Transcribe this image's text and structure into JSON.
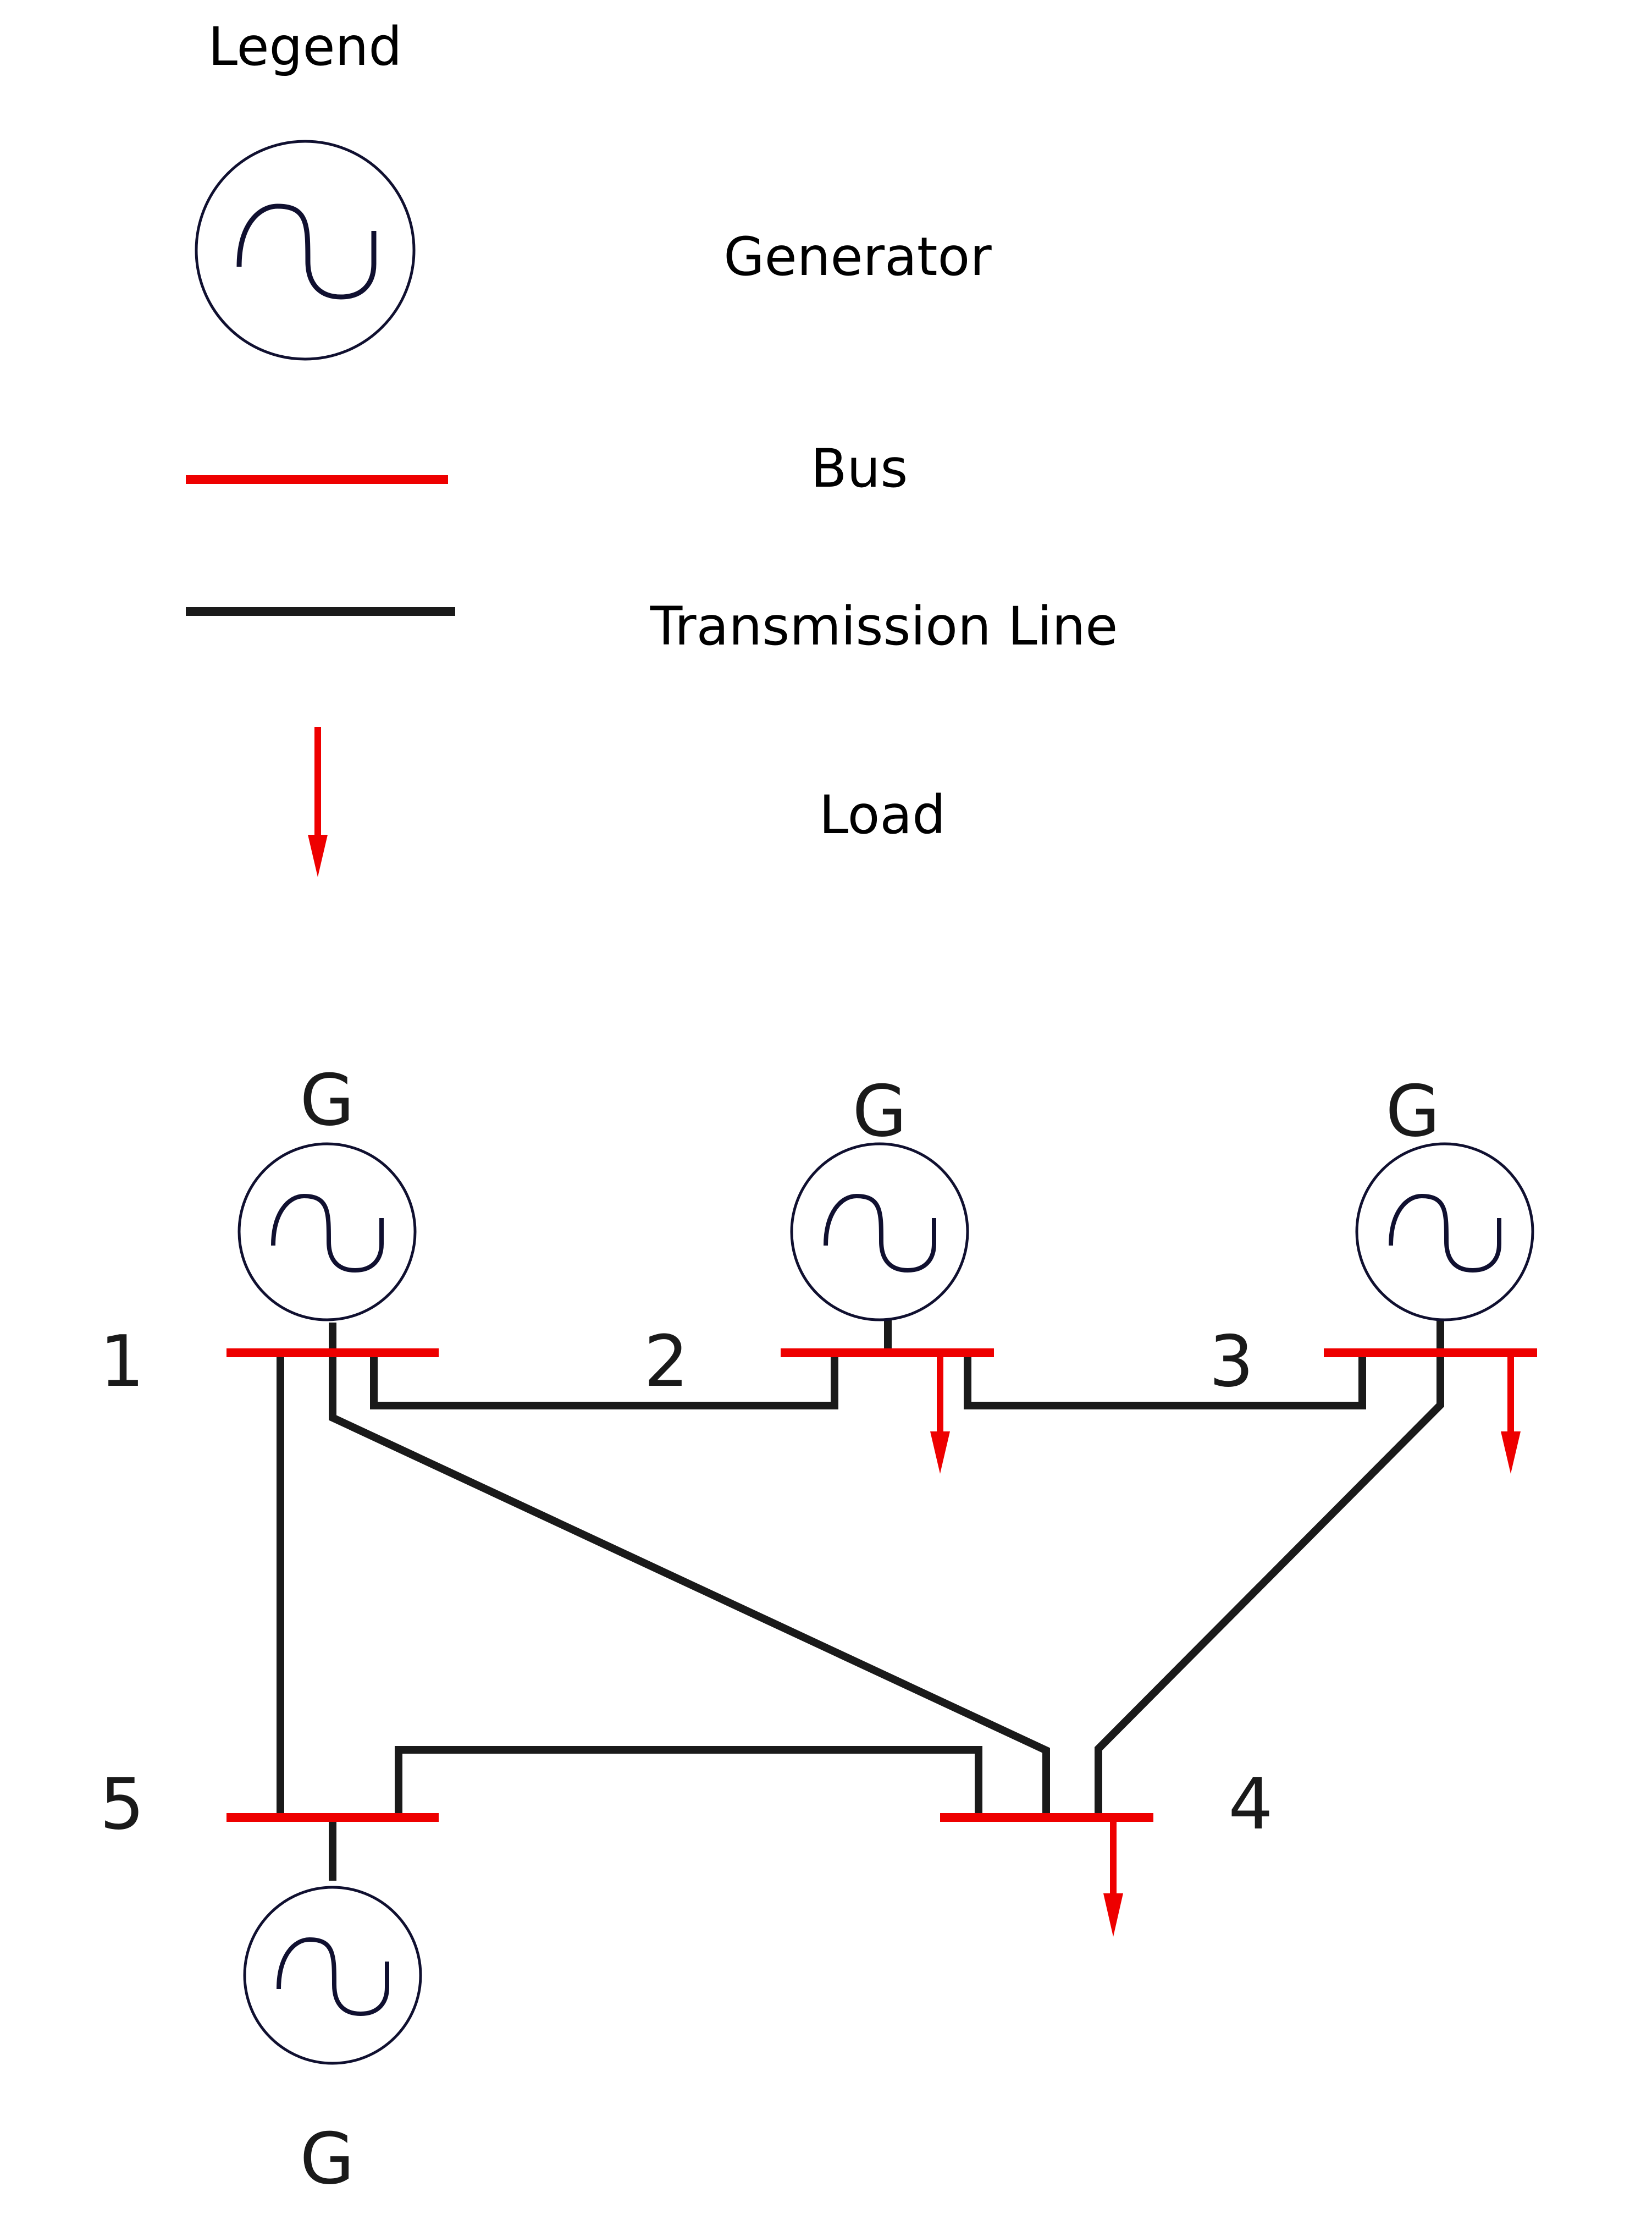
{
  "colors": {
    "bus": "#ee0000",
    "line": "#1a1a1a",
    "load": "#ee0000",
    "generator_outline": "#101030"
  },
  "legend": {
    "title": "Legend",
    "generator_label": "Generator",
    "bus_label": "Bus",
    "line_label": "Transmission Line",
    "load_label": "Load"
  },
  "diagram": {
    "generator_symbol": "G",
    "bus_numbers": [
      "1",
      "2",
      "3",
      "4",
      "5"
    ]
  }
}
